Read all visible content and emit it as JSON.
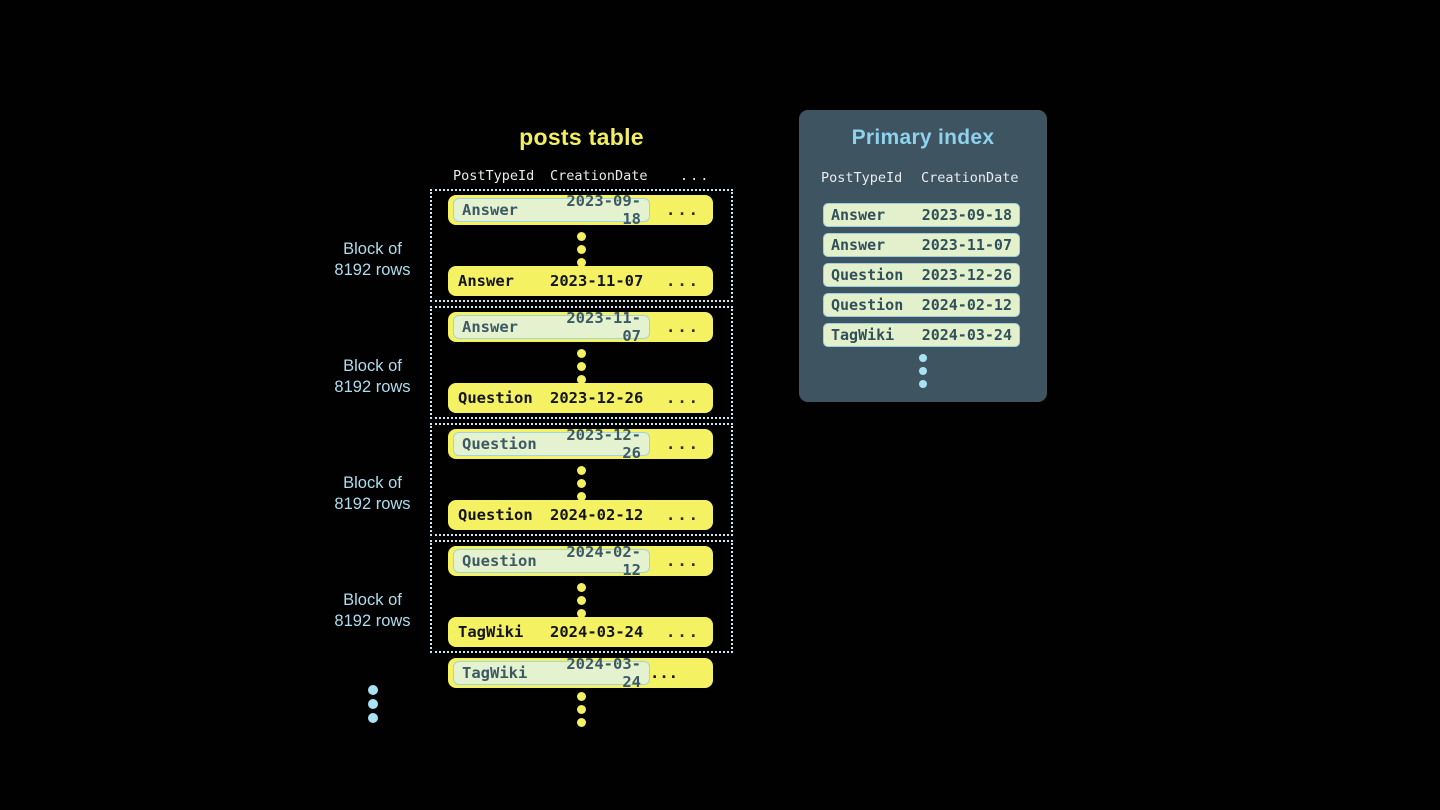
{
  "colors": {
    "background": "#010102",
    "row_yellow": "#f4f162",
    "block_dotted_border": "#cde9f4",
    "highlight_bg": "#e5f2d0",
    "highlight_border": "#9fd4e6",
    "highlight_text": "#3c5964",
    "panel_bg": "#3f5461",
    "panel_title_blue": "#8ed2ee",
    "index_row_bg": "#e2f1cc",
    "index_row_border": "#9ccfe0",
    "index_row_text": "#31505c",
    "label_blue": "#aedcec",
    "header_text": "#e8eced",
    "blue_dot": "#a9e2f3"
  },
  "posts_table": {
    "title": "posts table",
    "columns": [
      "PostTypeId",
      "CreationDate",
      "..."
    ],
    "blocks": [
      {
        "label": [
          "Block of",
          "8192 rows"
        ],
        "first_row": {
          "type": "Answer",
          "date": "2023-09-18",
          "more": "..."
        },
        "last_row": {
          "type": "Answer",
          "date": "2023-11-07",
          "more": "..."
        }
      },
      {
        "label": [
          "Block of",
          "8192 rows"
        ],
        "first_row": {
          "type": "Answer",
          "date": "2023-11-07",
          "more": "..."
        },
        "last_row": {
          "type": "Question",
          "date": "2023-12-26",
          "more": "..."
        }
      },
      {
        "label": [
          "Block of",
          "8192 rows"
        ],
        "first_row": {
          "type": "Question",
          "date": "2023-12-26",
          "more": "..."
        },
        "last_row": {
          "type": "Question",
          "date": "2024-02-12",
          "more": "..."
        }
      },
      {
        "label": [
          "Block of",
          "8192 rows"
        ],
        "first_row": {
          "type": "Question",
          "date": "2024-02-12",
          "more": "..."
        },
        "last_row": {
          "type": "TagWiki",
          "date": "2024-03-24",
          "more": "..."
        }
      }
    ],
    "tail_row": {
      "type": "TagWiki",
      "date": "2024-03-24",
      "more": "..."
    }
  },
  "primary_index": {
    "title": "Primary index",
    "columns": [
      "PostTypeId",
      "CreationDate"
    ],
    "rows": [
      {
        "type": "Answer",
        "date": "2023-09-18"
      },
      {
        "type": "Answer",
        "date": "2023-11-07"
      },
      {
        "type": "Question",
        "date": "2023-12-26"
      },
      {
        "type": "Question",
        "date": "2024-02-12"
      },
      {
        "type": "TagWiki",
        "date": "2024-03-24"
      }
    ]
  }
}
